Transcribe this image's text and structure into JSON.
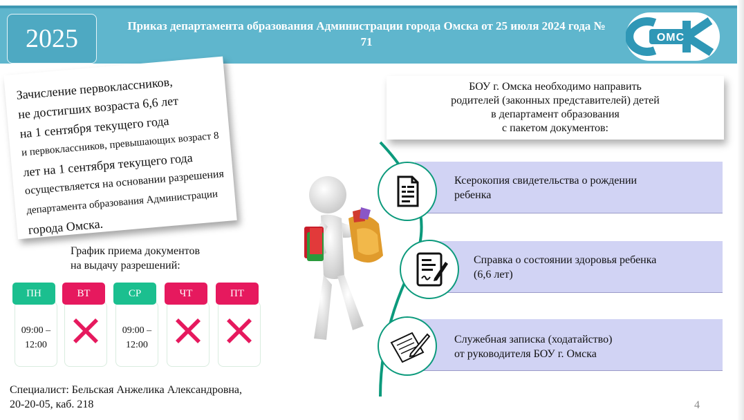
{
  "header": {
    "year": "2025",
    "title": "Приказ департамента образования Администрации города Омска от 25 июля 2024 года № 71",
    "logo_text": "ОмСК"
  },
  "note": {
    "lines": [
      "Зачисление первоклассников,",
      "не достигших возраста 6,6 лет",
      "на 1 сентября текущего года",
      "и первоклассников, превышающих возраст 8",
      "лет на 1 сентября текущего года",
      "осуществляется на основании разрешения",
      "департамента образования Администрации",
      "города Омска."
    ]
  },
  "schedule": {
    "title_line1": "График приема документов",
    "title_line2": "на выдачу разрешений:",
    "days": [
      {
        "label": "ПН",
        "color": "#1bbf8f",
        "open": true,
        "time": "09:00 – 12:00"
      },
      {
        "label": "ВТ",
        "color": "#e6195e",
        "open": false
      },
      {
        "label": "СР",
        "color": "#1bbf8f",
        "open": true,
        "time": "09:00 – 12:00"
      },
      {
        "label": "ЧТ",
        "color": "#e6195e",
        "open": false
      },
      {
        "label": "ПТ",
        "color": "#e6195e",
        "open": false
      }
    ]
  },
  "specialist": {
    "line1": "Специалист: Бельская Анжелика Александровна,",
    "line2": "20-20-05, каб. 218"
  },
  "boy_note": {
    "lines": [
      "БОУ г. Омска необходимо направить",
      "родителей (законных представителей) детей",
      "в департамент образования",
      "с пакетом документов:"
    ]
  },
  "documents": [
    {
      "icon": "document-icon",
      "line1": "Ксерокопия свидетельства о рождении",
      "line2": "ребенка"
    },
    {
      "icon": "signed-document-icon",
      "line1": "Справка о состоянии здоровья ребенка",
      "line2": "(6,6 лет)"
    },
    {
      "icon": "pen-paper-icon",
      "line1": "Служебная записка (ходатайство)",
      "line2": "от руководителя БОУ г. Омска"
    }
  ],
  "slide_number": "4",
  "colors": {
    "header": "#5fb6cd",
    "green": "#1bbf8f",
    "pink": "#e6195e",
    "doc_bar": "#d1d3f4",
    "arc": "#0c9a7c"
  }
}
